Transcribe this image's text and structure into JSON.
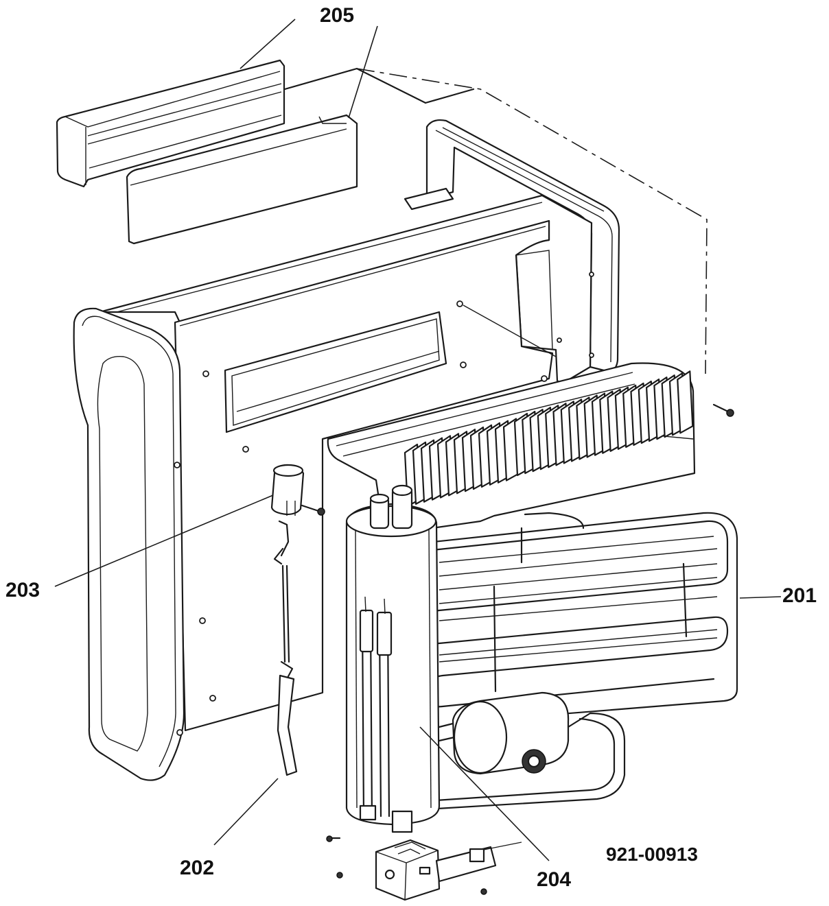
{
  "labels": {
    "part_201": "201",
    "part_202": "202",
    "part_203": "203",
    "part_204": "204",
    "part_205": "205"
  },
  "drawing_number": "921-00913",
  "colors": {
    "line": "#1a1a1a",
    "background": "#ffffff"
  }
}
